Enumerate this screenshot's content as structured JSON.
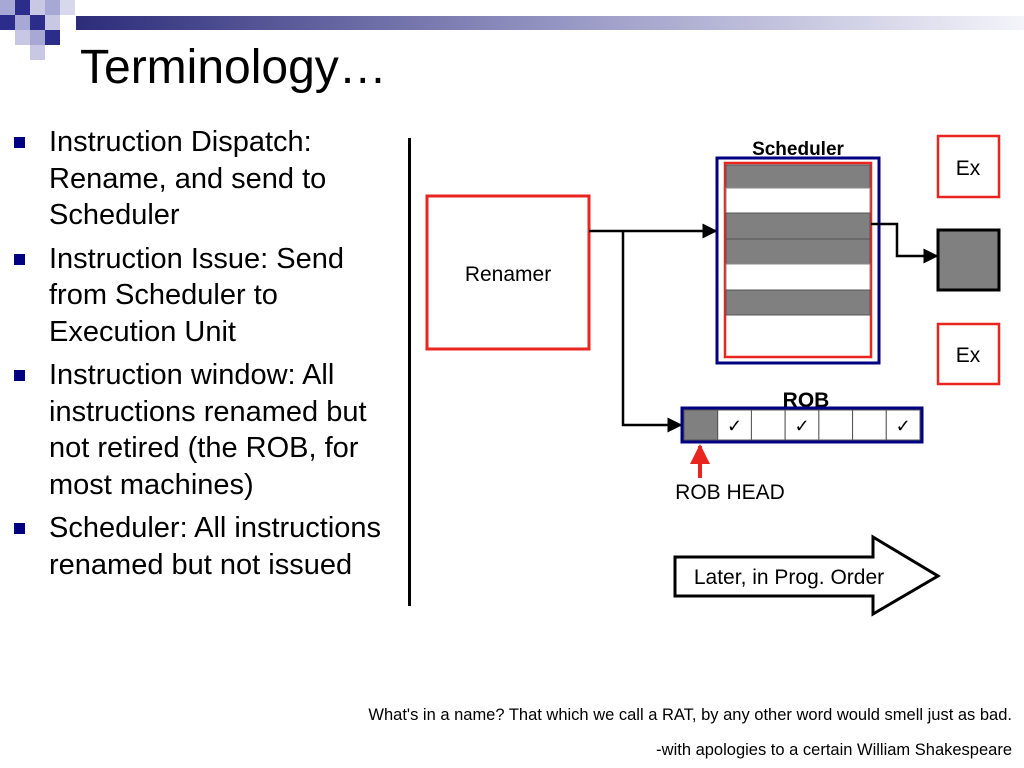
{
  "slide": {
    "title": "Terminology…",
    "bullets": [
      "Instruction Dispatch: Rename, and send to Scheduler",
      "Instruction Issue: Send from Scheduler to Execution Unit",
      "Instruction window: All instructions renamed but not retired (the ROB, for most machines)",
      "Scheduler: All instructions renamed but not issued"
    ],
    "quote": "What's in a name? That which we call a RAT, by any other word would smell just as bad.",
    "attribution": "-with apologies to  a certain William Shakespeare"
  },
  "diagram": {
    "renamer_label": "Renamer",
    "scheduler_label": "Scheduler",
    "ex_top_label": "Ex",
    "ex_bottom_label": "Ex",
    "rob_label": "ROB",
    "rob_head_label": "ROB HEAD",
    "rob_cells": [
      "",
      "✓",
      "",
      "✓",
      "",
      "",
      "✓"
    ],
    "arrow_label": "Later, in Prog. Order",
    "colors": {
      "bullet": "#000080",
      "box_red": "#e8251f",
      "navy": "#000080",
      "slot_gray": "#808080"
    }
  }
}
